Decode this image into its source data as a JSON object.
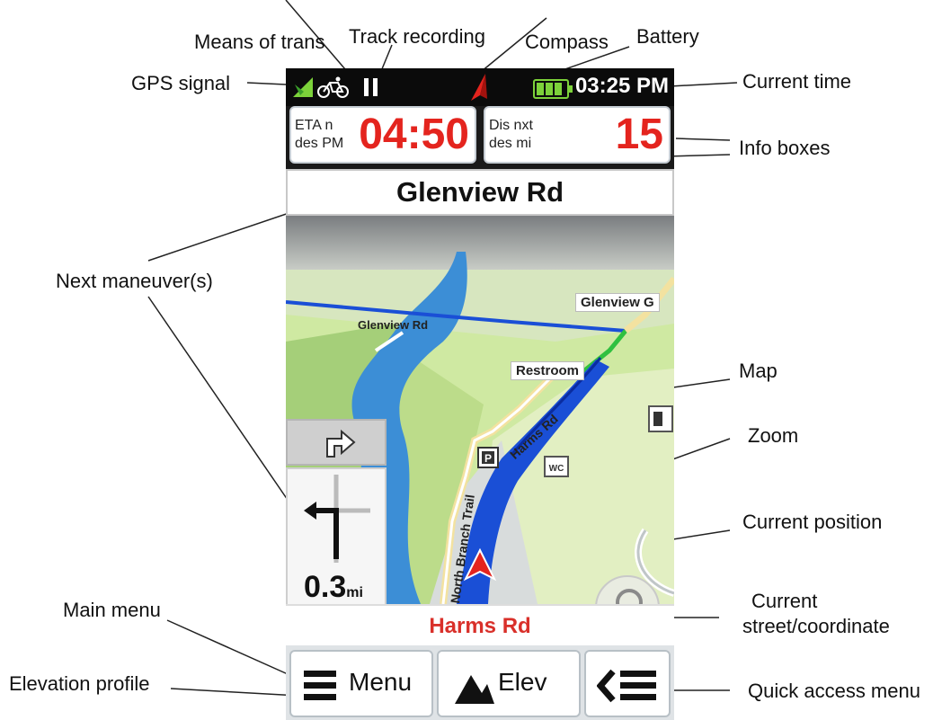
{
  "callouts": {
    "means_of_trans": "Means of trans",
    "track_recording": "Track recording",
    "compass": "Compass",
    "battery": "Battery",
    "gps_signal": "GPS signal",
    "current_time": "Current time",
    "info_boxes": "Info boxes",
    "next_maneuvers": "Next maneuver(s)",
    "map": "Map",
    "zoom": "Zoom",
    "current_position": "Current position",
    "current_street_line1": "Current",
    "current_street_line2": "street/coordinate",
    "main_menu": "Main menu",
    "elevation_profile": "Elevation profile",
    "quick_access_menu": "Quick access menu"
  },
  "status": {
    "time": "03:25 PM",
    "icons": [
      "gps-signal-icon",
      "bicycle-icon",
      "pause-icon",
      "compass-arrow-icon",
      "battery-icon"
    ]
  },
  "info_boxes": [
    {
      "label_line1": "ETA n",
      "label_line2": "des PM",
      "value": "04:50"
    },
    {
      "label_line1": "Dis nxt",
      "label_line2": "des mi",
      "value": "15"
    }
  ],
  "next_street": "Glenview Rd",
  "map": {
    "labels": {
      "glenview_rd": "Glenview Rd",
      "glenview_g": "Glenview G",
      "restroom": "Restroom",
      "wc": "WC",
      "parking": "P",
      "harms_rd": "Harms Rd",
      "north_branch_trail": "North Branch Trail"
    }
  },
  "maneuver": {
    "distance": "0.3",
    "unit": "mi"
  },
  "current_street": "Harms Rd",
  "bottom_bar": {
    "menu_label": "Menu",
    "elev_label": "Elev"
  },
  "colors": {
    "accent_red": "#e4241e",
    "route_blue": "#1a4fd6",
    "gps_green": "#7cd23a"
  }
}
